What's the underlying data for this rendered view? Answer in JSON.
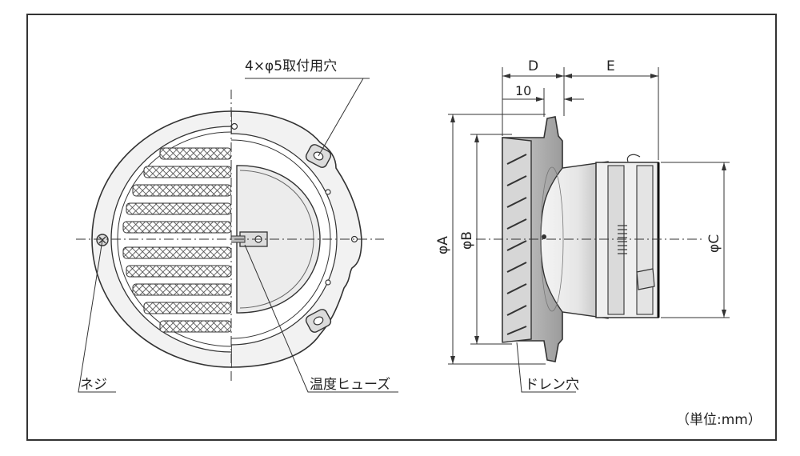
{
  "labels": {
    "mounting_holes": "4×φ5取付用穴",
    "screw": "ネジ",
    "thermal_fuse": "温度ヒューズ",
    "drain_hole": "ドレン穴",
    "unit": "（単位:mm）"
  },
  "dimensions": {
    "d": "D",
    "e": "E",
    "ten": "10",
    "phi_a": "φA",
    "phi_b": "φB",
    "phi_c": "φC"
  },
  "colors": {
    "line": "#333333",
    "hatch": "#555555",
    "metal_light": "#e8e8e8",
    "metal_mid": "#bdbdbd"
  }
}
